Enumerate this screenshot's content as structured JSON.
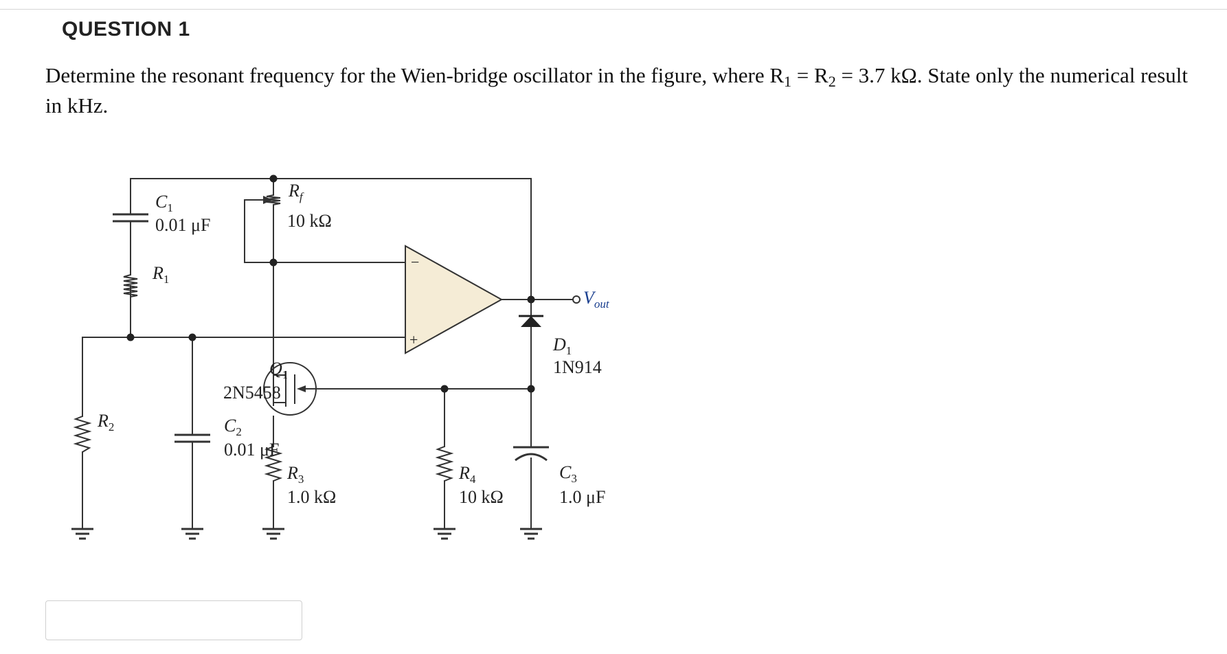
{
  "question": {
    "title": "QUESTION 1",
    "text_part1": "Determine the resonant frequency for the Wien-bridge oscillator in the figure, where R",
    "sub1": "1",
    "eq1": " = R",
    "sub2": "2",
    "text_part2": " = 3.7 kΩ. State only the numerical result in kHz."
  },
  "circuit": {
    "c1": {
      "name": "C",
      "sub": "1",
      "value": "0.01 μF"
    },
    "r1": {
      "name": "R",
      "sub": "1"
    },
    "r2": {
      "name": "R",
      "sub": "2"
    },
    "rf": {
      "name": "R",
      "sub": "f",
      "value": "10 kΩ"
    },
    "q1": {
      "name": "Q",
      "sub": "1",
      "part": "2N5458"
    },
    "c2": {
      "name": "C",
      "sub": "2",
      "value": "0.01 μF"
    },
    "r3": {
      "name": "R",
      "sub": "3",
      "value": "1.0 kΩ"
    },
    "r4": {
      "name": "R",
      "sub": "4",
      "value": "10 kΩ"
    },
    "d1": {
      "name": "D",
      "sub": "1",
      "part": "1N914"
    },
    "c3": {
      "name": "C",
      "sub": "3",
      "value": "1.0 μF"
    },
    "vout": {
      "name": "V",
      "sub": "out"
    },
    "opamp": {
      "minus": "−",
      "plus": "+"
    }
  },
  "colors": {
    "opamp_fill": "#f5ecd6",
    "vout_text": "#1a3f8f",
    "wire": "#333333"
  },
  "answer": {
    "value": ""
  }
}
